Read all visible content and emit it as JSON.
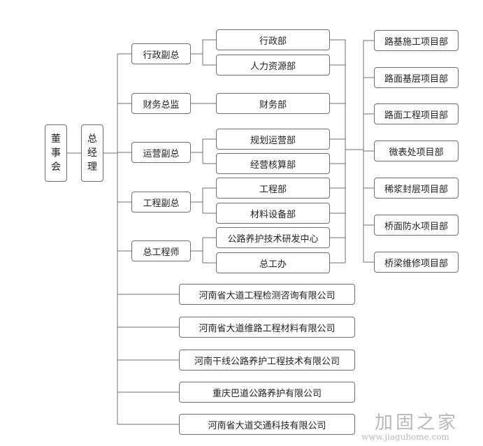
{
  "root": {
    "chars": [
      "董",
      "事",
      "会"
    ]
  },
  "gm": {
    "chars": [
      "总",
      "经",
      "理"
    ]
  },
  "executives": [
    {
      "label": "行政副总",
      "departments": [
        "行政部",
        "人力资源部"
      ]
    },
    {
      "label": "财务总监",
      "departments": [
        "财务部"
      ]
    },
    {
      "label": "运营副总",
      "departments": [
        "规划运营部",
        "经营核算部"
      ]
    },
    {
      "label": "工程副总",
      "departments": [
        "工程部",
        "材料设备部"
      ]
    },
    {
      "label": "总工程师",
      "departments": [
        "公路养护技术研发中心",
        "总工办"
      ]
    }
  ],
  "projects": [
    "路基施工项目部",
    "路面基层项目部",
    "路面工程项目部",
    "微表处项目部",
    "稀浆封层项目部",
    "桥面防水项目部",
    "桥梁维修项目部"
  ],
  "companies": [
    "河南省大道工程检测咨询有限公司",
    "河南省大道维路工程材料有限公司",
    "河南干线公路养护工程技术有限公司",
    "重庆巴道公路养护有限公司",
    "河南省大道交通科技有限公司"
  ],
  "watermark": {
    "title": "加固之家",
    "url": "www.jiaguhome.com"
  }
}
